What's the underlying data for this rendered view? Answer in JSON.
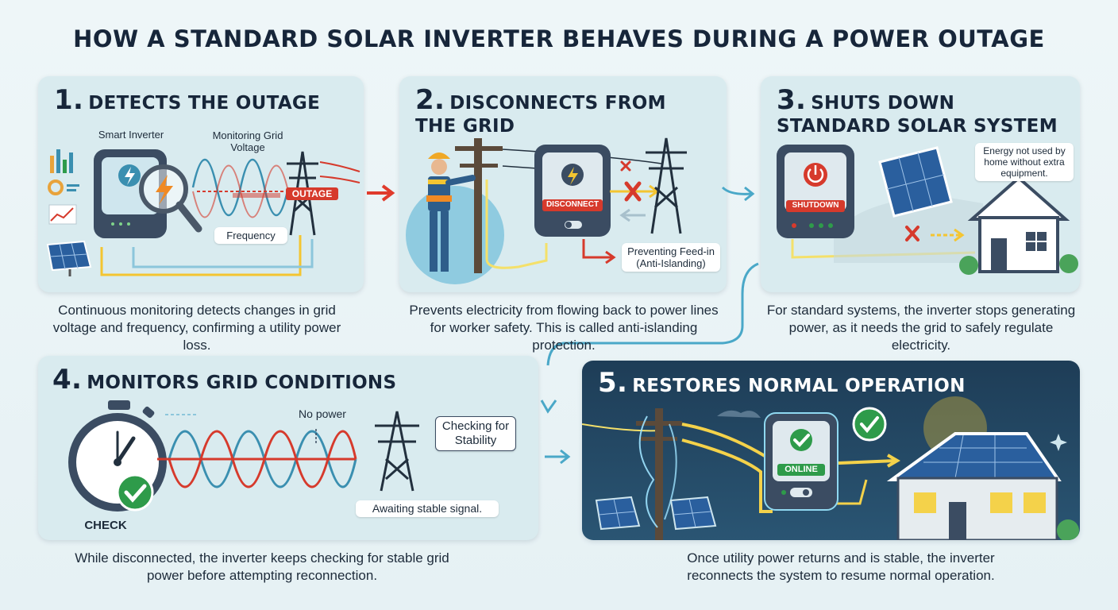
{
  "title": "HOW A STANDARD SOLAR INVERTER BEHAVES DURING A POWER OUTAGE",
  "steps": [
    {
      "number": "1.",
      "title": "DETECTS THE OUTAGE",
      "labels": {
        "device": "Smart Inverter",
        "monitoring": "Monitoring Grid Voltage",
        "frequency": "Frequency",
        "outage": "OUTAGE"
      },
      "caption": "Continuous monitoring detects changes in grid voltage and frequency, confirming a utility power loss."
    },
    {
      "number": "2.",
      "title": "DISCONNECTS FROM THE GRID",
      "labels": {
        "disconnect": "DISCONNECT",
        "feed_in": "Preventing Feed-in (Anti-Islanding)"
      },
      "caption": "Prevents electricity from flowing back to power lines for worker safety. This is called anti-islanding protection."
    },
    {
      "number": "3.",
      "title": "SHUTS DOWN STANDARD SOLAR SYSTEM",
      "labels": {
        "shutdown": "SHUTDOWN",
        "energy_note": "Energy not used by home without extra equipment."
      },
      "caption": "For standard systems, the inverter stops generating power, as it needs the grid to safely regulate electricity."
    },
    {
      "number": "4.",
      "title": "MONITORS GRID CONDITIONS",
      "labels": {
        "no_power": "No power",
        "checking": "Checking for Stability",
        "awaiting": "Awaiting stable signal.",
        "check": "CHECK"
      },
      "caption": "While disconnected, the inverter keeps checking for stable grid power before attempting reconnection."
    },
    {
      "number": "5.",
      "title": "RESTORES NORMAL OPERATION",
      "labels": {
        "online": "ONLINE"
      },
      "caption": "Once utility power returns and is stable, the inverter reconnects the system to resume normal operation."
    }
  ],
  "colors": {
    "panel_bg": "#d9ebef",
    "panel_dark": "#1e3d57",
    "accent_red": "#d63a2c",
    "accent_yellow": "#f4c531",
    "accent_green": "#2e9b4a",
    "wave_blue": "#3a8fb0",
    "flow_arrow": "#4aa8c8"
  },
  "icons": [
    "inverter-icon",
    "magnifier-icon",
    "lightning-icon",
    "transmission-tower-icon",
    "solar-panel-icon",
    "bar-chart-icon",
    "worker-icon",
    "utility-pole-icon",
    "power-button-icon",
    "house-icon",
    "stopwatch-icon",
    "checkmark-icon",
    "cross-icon",
    "speech-bubble-icon"
  ]
}
